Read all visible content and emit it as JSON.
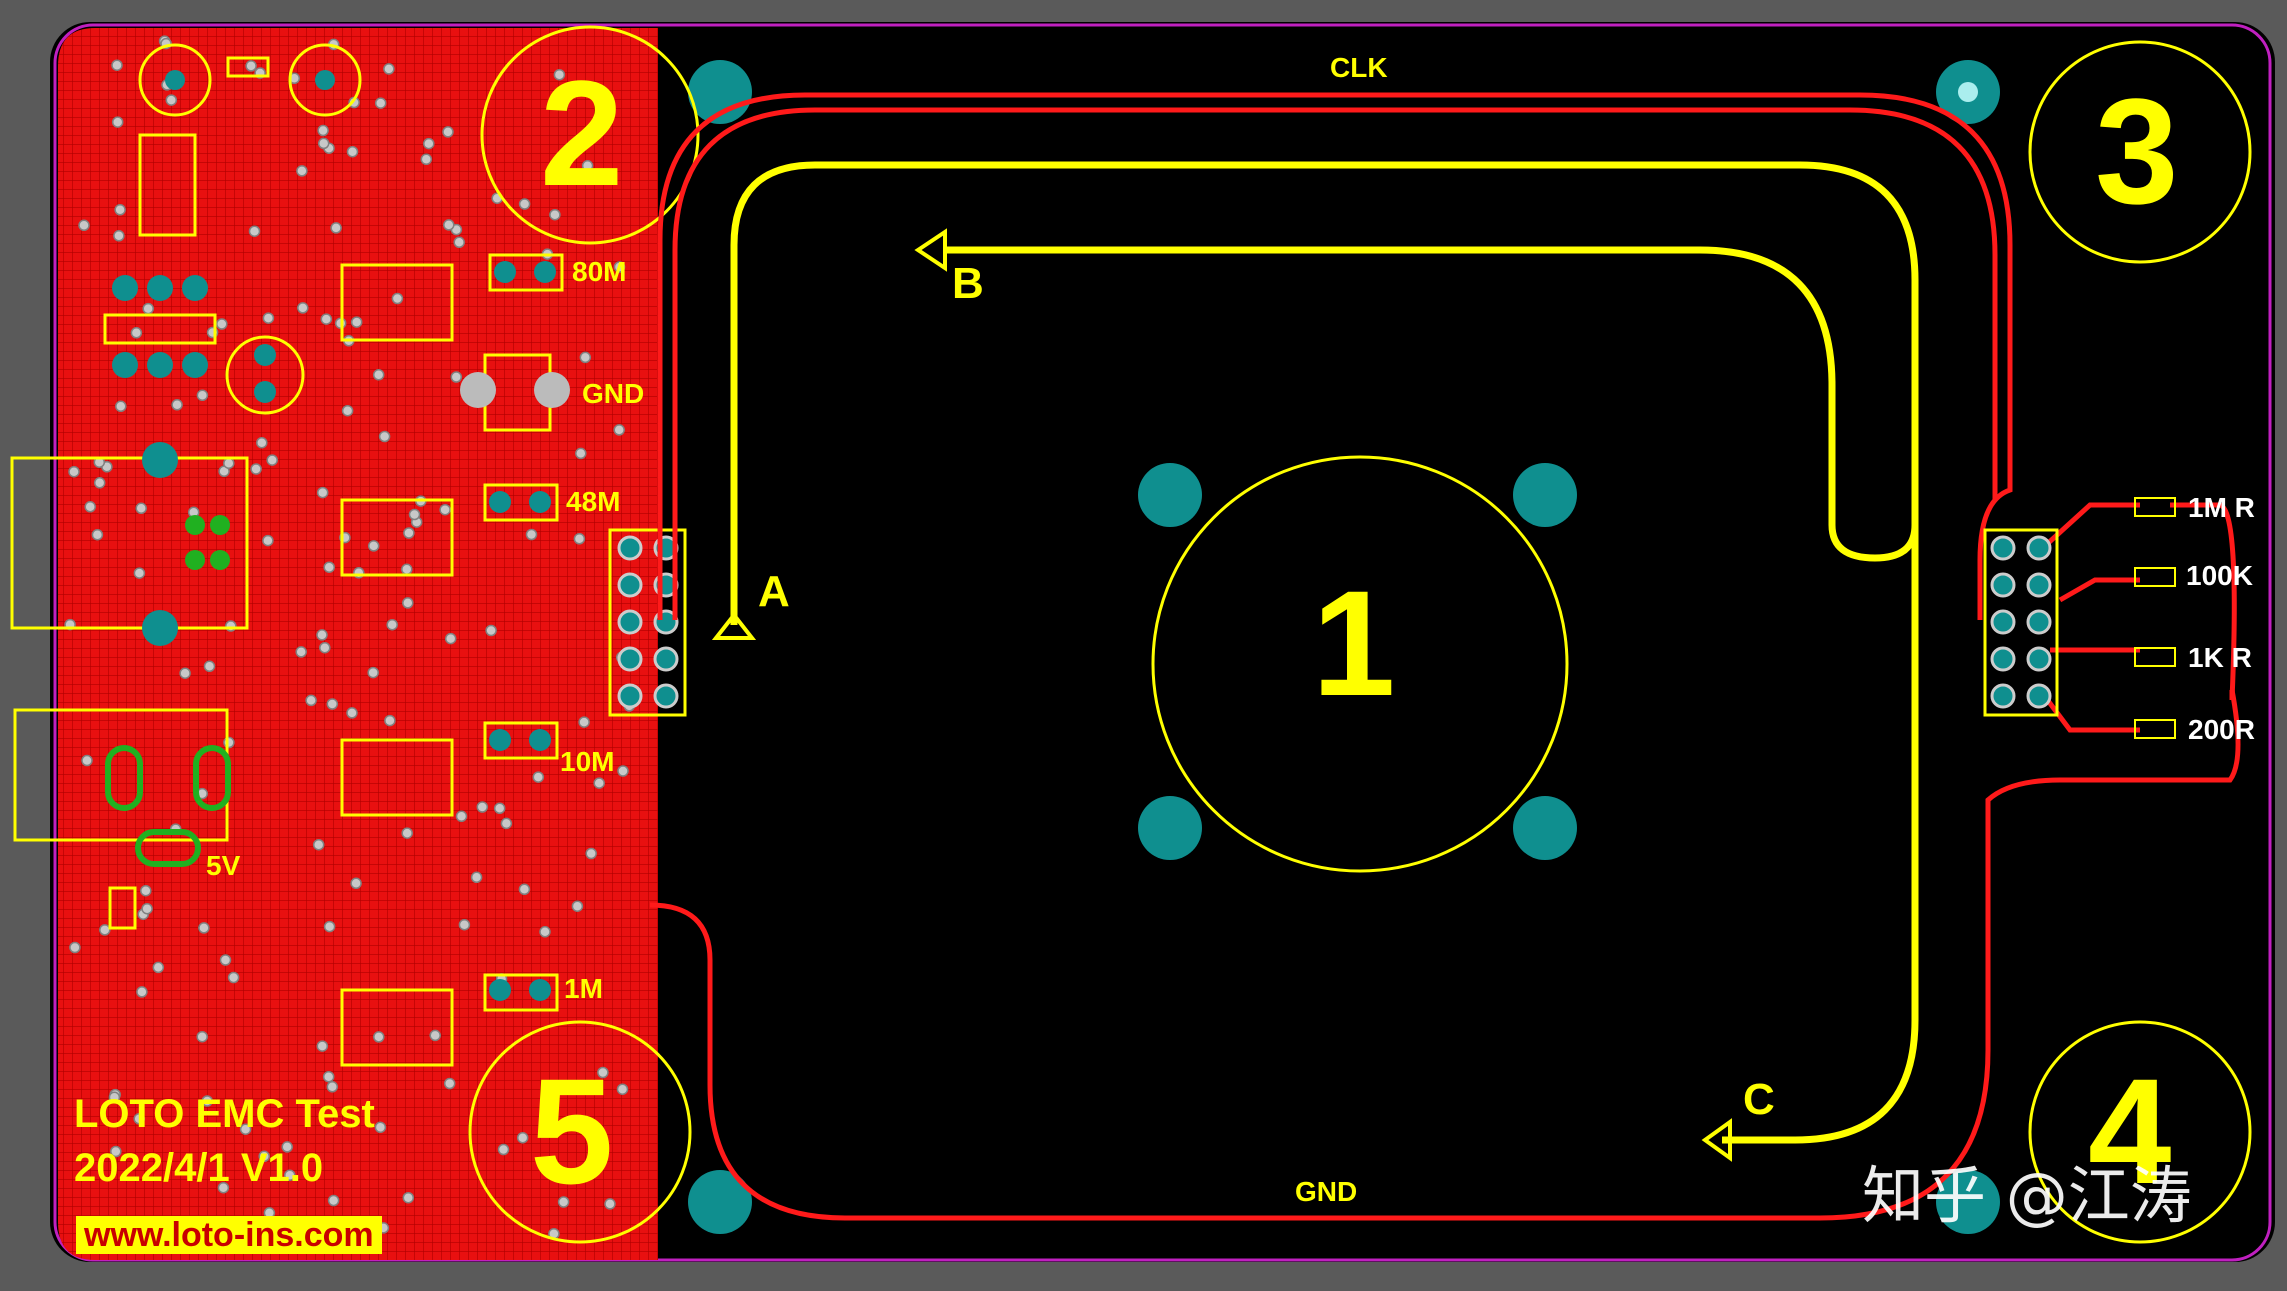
{
  "board": {
    "colors": {
      "background": "#000000",
      "copper_pour": "#e81010",
      "trace_red": "#ff1a1a",
      "trace_yellow": "#ffff00",
      "pad_teal": "#0f8f8f",
      "outline_magenta": "#c020c0",
      "silkscreen": "#ffff00"
    },
    "nets": {
      "clk": "CLK",
      "gnd": "GND",
      "point_a": "A",
      "point_b": "B",
      "point_c": "C"
    },
    "zones": [
      "1",
      "2",
      "3",
      "4",
      "5"
    ],
    "left_labels": {
      "f80": "80M",
      "gnd": "GND",
      "f48": "48M",
      "f10": "10M",
      "f1": "1M",
      "v5": "5V"
    },
    "right_labels": {
      "r1m": "1M R",
      "r100k": "100K",
      "r1k": "1K R",
      "r200": "200R"
    },
    "credits": {
      "line1": "LOTO EMC Test",
      "line2": "2022/4/1 V1.0",
      "url": "www.loto-ins.com"
    },
    "watermark": "知乎 @江涛"
  }
}
